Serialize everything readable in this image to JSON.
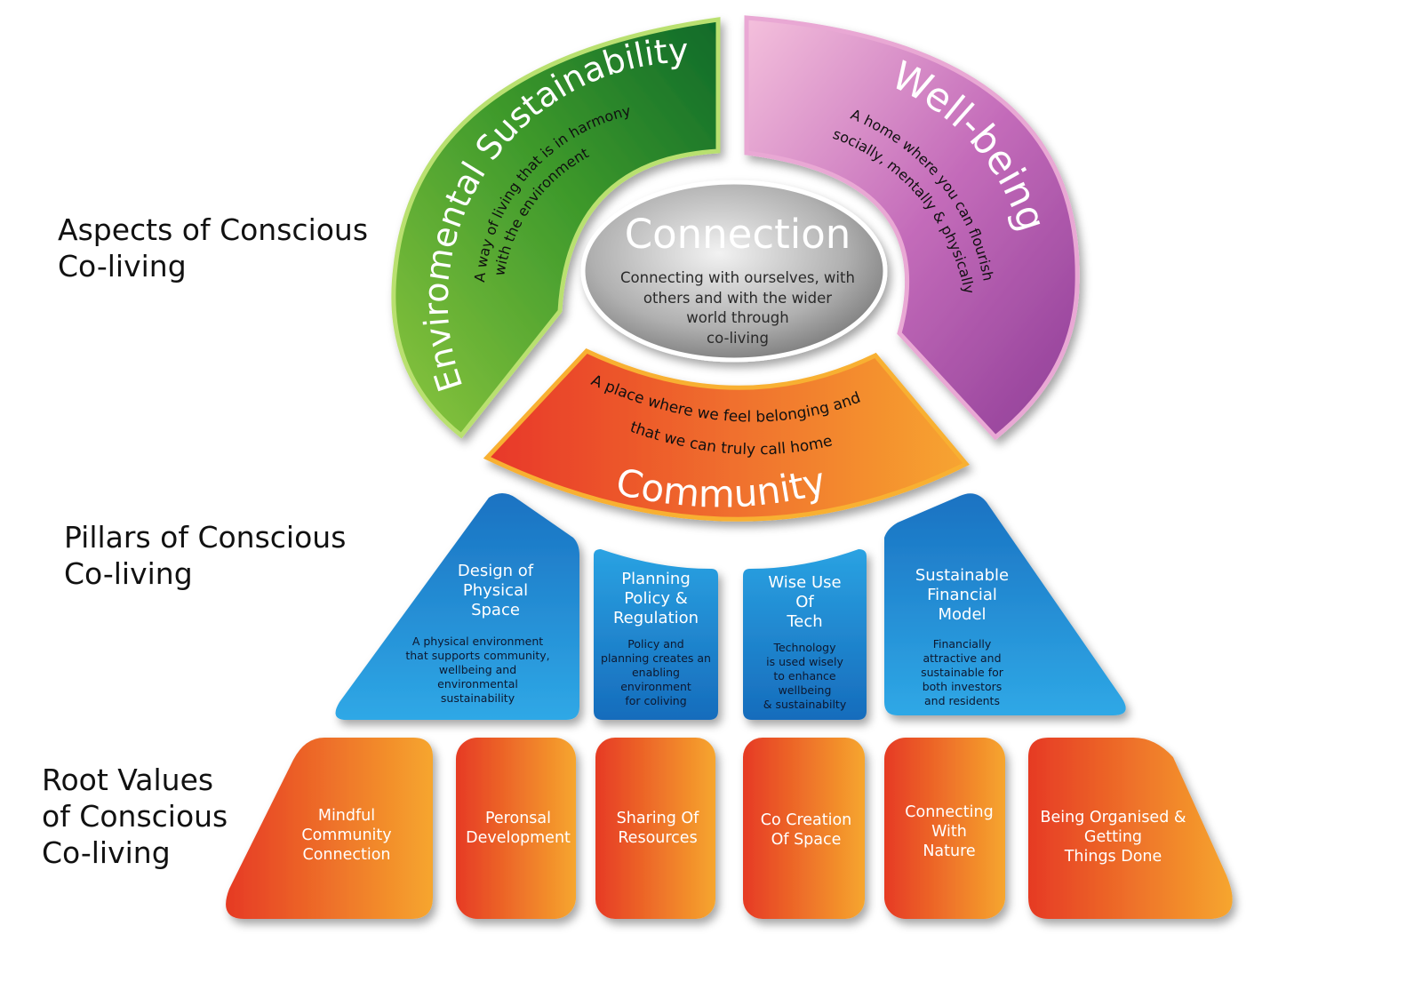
{
  "sections": {
    "aspects": "Aspects of Conscious\nCo-living",
    "pillars": "Pillars of Conscious\nCo-living",
    "roots": "Root Values\nof Conscious\nCo-living"
  },
  "aspects": {
    "environmental": {
      "title": "Enviromental Sustainability",
      "desc_line1": "A way of living that is  in harmony",
      "desc_line2": "with the environment"
    },
    "wellbeing": {
      "title": "Well-being",
      "desc_line1": "A home where you can flourish",
      "desc_line2": "socially, mentally & physically"
    },
    "community": {
      "title": "Community",
      "desc_line1": "A place where we feel belonging and",
      "desc_line2": "that we can truly call home"
    },
    "connection": {
      "title": "Connection",
      "desc": "Connecting with ourselves, with\nothers and with the wider\nworld through\nco-living"
    }
  },
  "pillars": [
    {
      "title": "Design of\nPhysical\nSpace",
      "desc": "A physical environment\nthat supports community,\nwellbeing and\nenvironmental\nsustainability"
    },
    {
      "title": "Planning\nPolicy &\nRegulation",
      "desc": "Policy and\nplanning creates an\nenabling\nenvironment\nfor coliving"
    },
    {
      "title": "Wise Use\nOf\nTech",
      "desc": "Technology\nis used wisely\nto enhance\nwellbeing\n& sustainabilty"
    },
    {
      "title": "Sustainable\nFinancial\nModel",
      "desc": "Financially\nattractive and\nsustainable for\nboth investors\nand residents"
    }
  ],
  "roots": [
    "Mindful\nCommunity\nConnection",
    "Peronsal\nDevelopment",
    "Sharing Of\nResources",
    "Co Creation\nOf Space",
    "Connecting\nWith\nNature",
    "Being Organised &\nGetting\nThings Done"
  ],
  "colors": {
    "green": "#3f9a2c",
    "pink": "#c46cba",
    "orange": "#f07a22",
    "blue": "#1f8fd8",
    "grey": "#b8b8b8"
  }
}
